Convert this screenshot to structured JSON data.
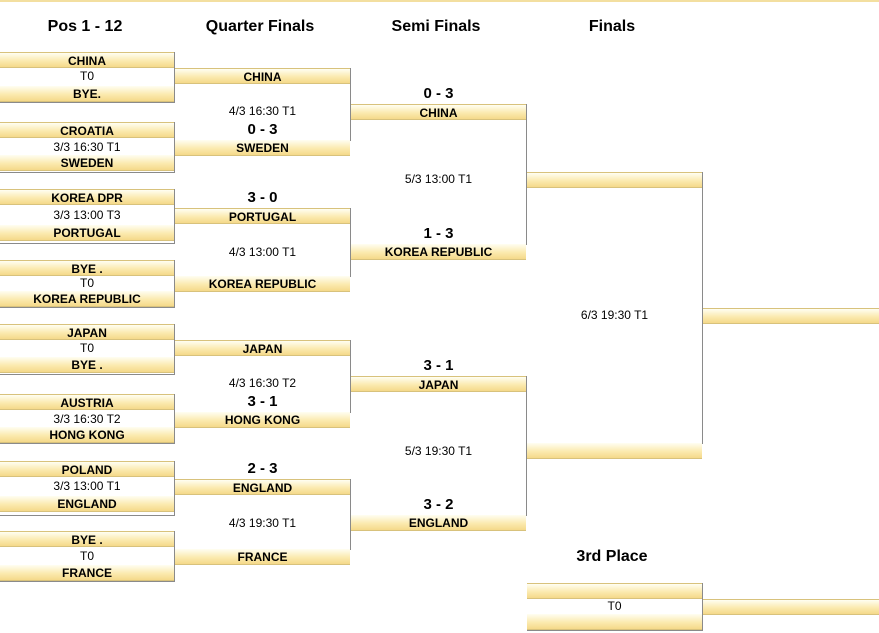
{
  "headers": {
    "pos": "Pos 1 - 12",
    "quarter": "Quarter Finals",
    "semi": "Semi Finals",
    "finals": "Finals",
    "third": "3rd Place"
  },
  "round1": [
    {
      "team1": "CHINA",
      "info": "T0",
      "team2": "BYE."
    },
    {
      "team1": "CROATIA",
      "info": "3/3 16:30 T1",
      "team2": "SWEDEN"
    },
    {
      "team1": "KOREA DPR",
      "info": "3/3 13:00 T3",
      "team2": "PORTUGAL"
    },
    {
      "team1": "BYE .",
      "info": "T0",
      "team2": "KOREA REPUBLIC"
    },
    {
      "team1": "JAPAN",
      "info": "T0",
      "team2": "BYE ."
    },
    {
      "team1": "AUSTRIA",
      "info": "3/3 16:30 T2",
      "team2": "HONG KONG"
    },
    {
      "team1": "POLAND",
      "info": "3/3 13:00 T1",
      "team2": "ENGLAND"
    },
    {
      "team1": "BYE .",
      "info": "T0",
      "team2": "FRANCE"
    }
  ],
  "round1_scores": [
    "",
    "0 - 3",
    "3 - 0",
    "",
    "",
    "3 - 1",
    "2 - 3",
    ""
  ],
  "quarter": [
    {
      "team1": "CHINA",
      "info": "4/3 16:30  T1",
      "team2": "SWEDEN"
    },
    {
      "team1": "PORTUGAL",
      "info": "4/3 13:00  T1",
      "team2": "KOREA REPUBLIC"
    },
    {
      "team1": "JAPAN",
      "info": "4/3 16:30  T2",
      "team2": "HONG KONG"
    },
    {
      "team1": "ENGLAND",
      "info": "4/3 19:30  T1",
      "team2": "FRANCE"
    }
  ],
  "quarter_scores": [
    "0 - 3",
    "1 - 3",
    "3 - 1",
    "3 - 2"
  ],
  "semi": [
    {
      "team1": "CHINA",
      "info": "5/3 13:00  T1",
      "team2": "KOREA REPUBLIC"
    },
    {
      "team1": "JAPAN",
      "info": "5/3 19:30  T1",
      "team2": "ENGLAND"
    }
  ],
  "final": {
    "team1": "",
    "info": "6/3 19:30  T1",
    "team2": "",
    "winner": ""
  },
  "third_place": {
    "team1": "",
    "info": "T0",
    "team2": "",
    "winner": ""
  },
  "colors": {
    "cell_top": "#fffef2",
    "cell_bottom": "#f5d98a",
    "line": "#8a8a8a"
  }
}
